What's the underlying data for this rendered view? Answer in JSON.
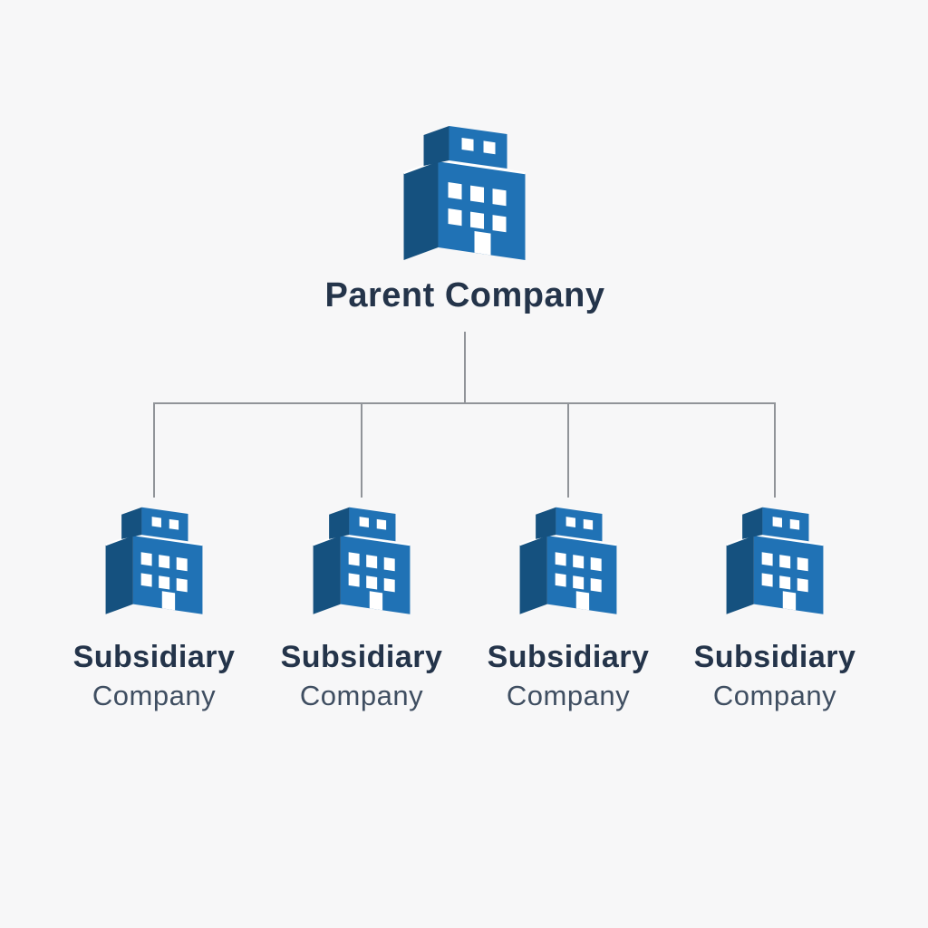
{
  "colors": {
    "page-bg": "#f7f7f8",
    "building-front": "#2072b5",
    "building-side": "#15517f",
    "window": "#ffffff",
    "connector": "#919499",
    "title-text": "#24344a",
    "subtitle-text": "#3f4e61"
  },
  "parent": {
    "label": "Parent Company",
    "icon": "building"
  },
  "subsidiaries": [
    {
      "line1": "Subsidiary",
      "line2": "Company",
      "icon": "building"
    },
    {
      "line1": "Subsidiary",
      "line2": "Company",
      "icon": "building"
    },
    {
      "line1": "Subsidiary",
      "line2": "Company",
      "icon": "building"
    },
    {
      "line1": "Subsidiary",
      "line2": "Company",
      "icon": "building"
    }
  ]
}
